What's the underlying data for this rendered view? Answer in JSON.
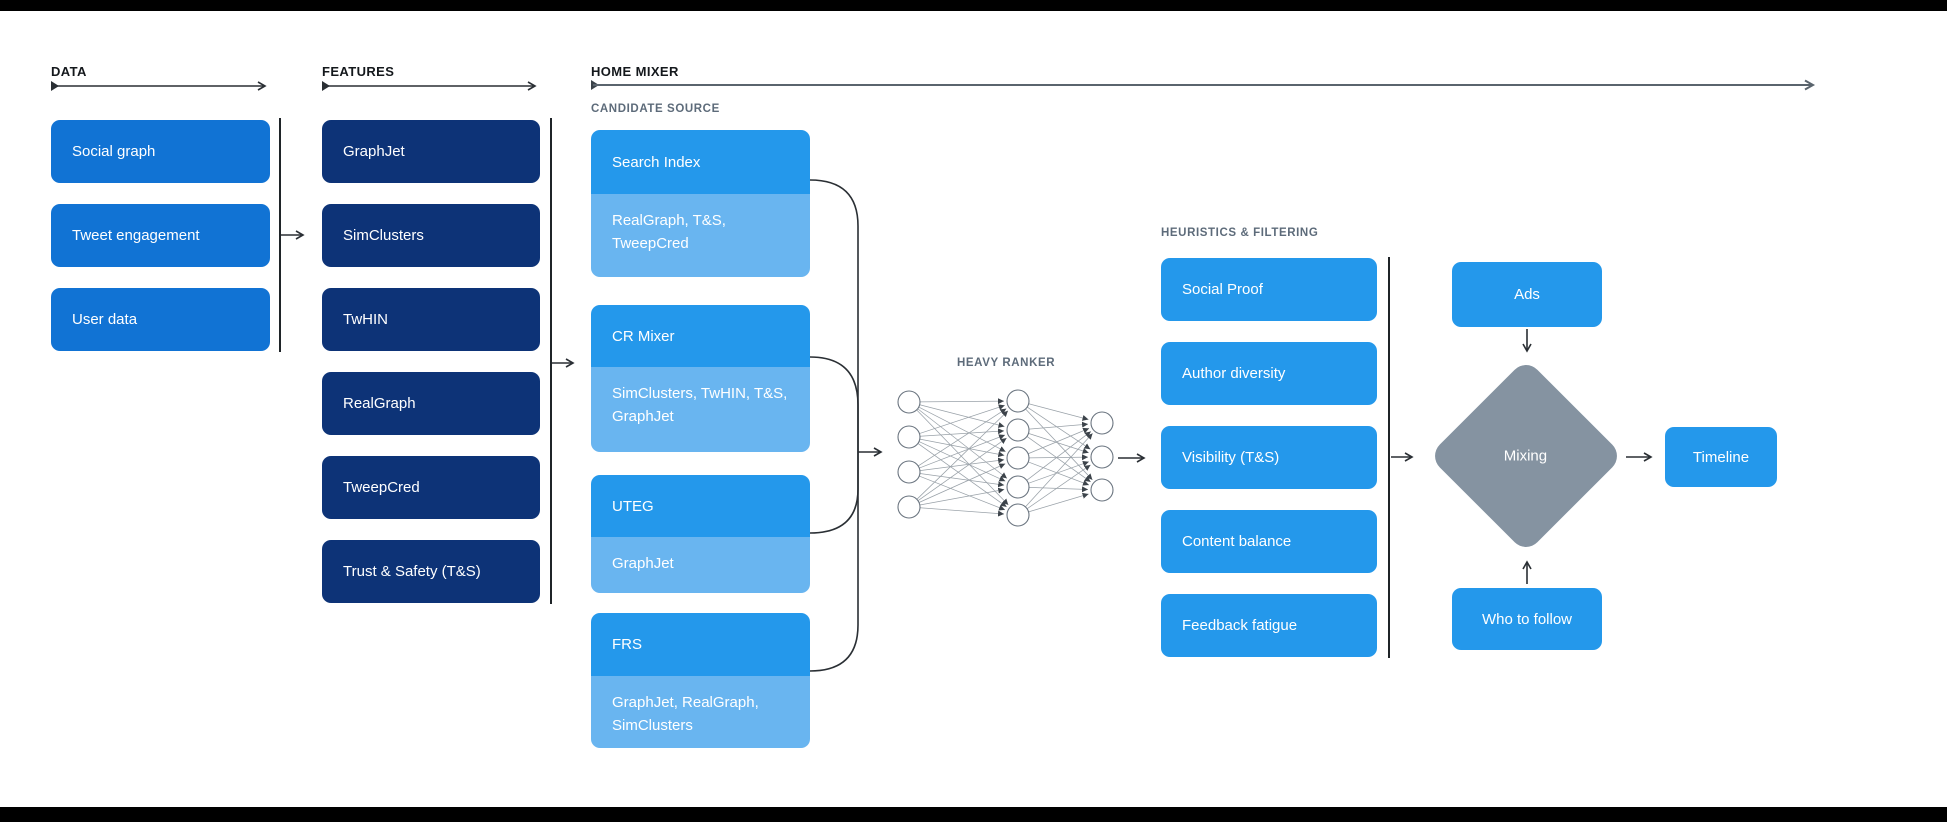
{
  "palette": {
    "data-blue": "#1173D4",
    "features-navy": "#0D3377",
    "bright-blue": "#2498EB",
    "light-blue": "#69B5F0",
    "diamond-gray": "#8593A1",
    "ink": "#14181C",
    "muted-label": "#5D6B7A"
  },
  "sections": {
    "data": {
      "label": "DATA",
      "items": [
        "Social graph",
        "Tweet engagement",
        "User data"
      ]
    },
    "features": {
      "label": "FEATURES",
      "items": [
        "GraphJet",
        "SimClusters",
        "TwHIN",
        "RealGraph",
        "TweepCred",
        "Trust & Safety (T&S)"
      ]
    },
    "home_mixer": {
      "label": "HOME MIXER"
    },
    "candidate_source": {
      "label": "CANDIDATE SOURCE",
      "groups": [
        {
          "name": "Search Index",
          "features": "RealGraph, T&S, TweepCred"
        },
        {
          "name": "CR Mixer",
          "features": "SimClusters, TwHIN, T&S, GraphJet"
        },
        {
          "name": "UTEG",
          "features": "GraphJet"
        },
        {
          "name": "FRS",
          "features": "GraphJet, RealGraph, SimClusters"
        }
      ]
    },
    "heavy_ranker": {
      "label": "HEAVY RANKER",
      "network_layers": [
        4,
        5,
        3
      ]
    },
    "heuristics": {
      "label": "HEURISTICS & FILTERING",
      "items": [
        "Social Proof",
        "Author diversity",
        "Visibility (T&S)",
        "Content balance",
        "Feedback fatigue"
      ]
    },
    "mixing": {
      "ads": "Ads",
      "diamond": "Mixing",
      "who_to_follow": "Who to follow",
      "timeline": "Timeline"
    }
  }
}
